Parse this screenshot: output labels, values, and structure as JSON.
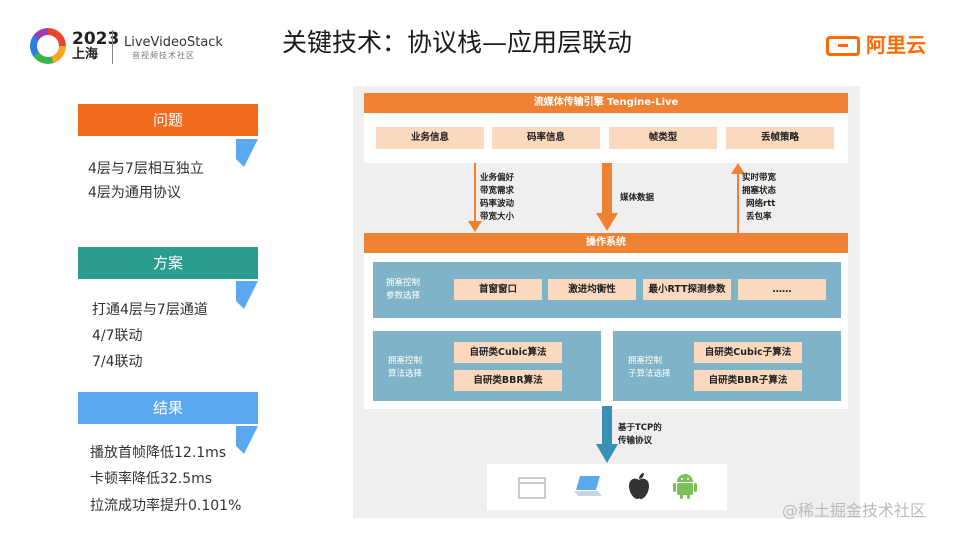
{
  "header": {
    "logo_year": "2023",
    "logo_city": "上海",
    "brand": "LiveVideoStack",
    "brand_sub": "音视频技术社区",
    "title": "关键技术：协议栈—应用层联动",
    "aliyun": "阿里云"
  },
  "left": {
    "sections": [
      {
        "label": "问题",
        "color": "#f26a1b",
        "items": [
          "4层与7层相互独立",
          "4层为通用协议"
        ]
      },
      {
        "label": "方案",
        "color": "#2a9d8f",
        "items": [
          "打通4层与7层通道",
          "4/7联动",
          "7/4联动"
        ]
      },
      {
        "label": "结果",
        "color": "#5aa8f0",
        "items": [
          "播放首帧降低12.1ms",
          "卡顿率降低32.5ms",
          "拉流成功率提升0.101%"
        ]
      }
    ]
  },
  "diagram": {
    "engine_title": "流媒体传输引擎 Tengine-Live",
    "engine_boxes": [
      "业务信息",
      "码率信息",
      "帧类型",
      "丢帧策略"
    ],
    "arrow_down_left": [
      "业务偏好",
      "带宽需求",
      "码率波动",
      "带宽大小"
    ],
    "arrow_media": "媒体数据",
    "arrow_up_right": [
      "实时带宽",
      "拥塞状态",
      "网络rtt",
      "丢包率"
    ],
    "os_title": "操作系统",
    "cc_param_label": [
      "拥塞控制",
      "参数选择"
    ],
    "cc_param_boxes": [
      "首窗窗口",
      "激进均衡性",
      "最小RTT探测参数",
      "……"
    ],
    "cc_algo_label": [
      "拥塞控制",
      "算法选择"
    ],
    "cc_algo_boxes": [
      "自研类Cubic算法",
      "自研类BBR算法"
    ],
    "cc_subalgo_label": [
      "拥塞控制",
      "子算法选择"
    ],
    "cc_subalgo_boxes": [
      "自研类Cubic子算法",
      "自研类BBR子算法"
    ],
    "tcp_label": [
      "基于TCP的",
      "传输协议"
    ],
    "devices": [
      "browser-icon",
      "laptop-icon",
      "apple-icon",
      "android-icon"
    ]
  },
  "watermark": "@稀土掘金技术社区"
}
